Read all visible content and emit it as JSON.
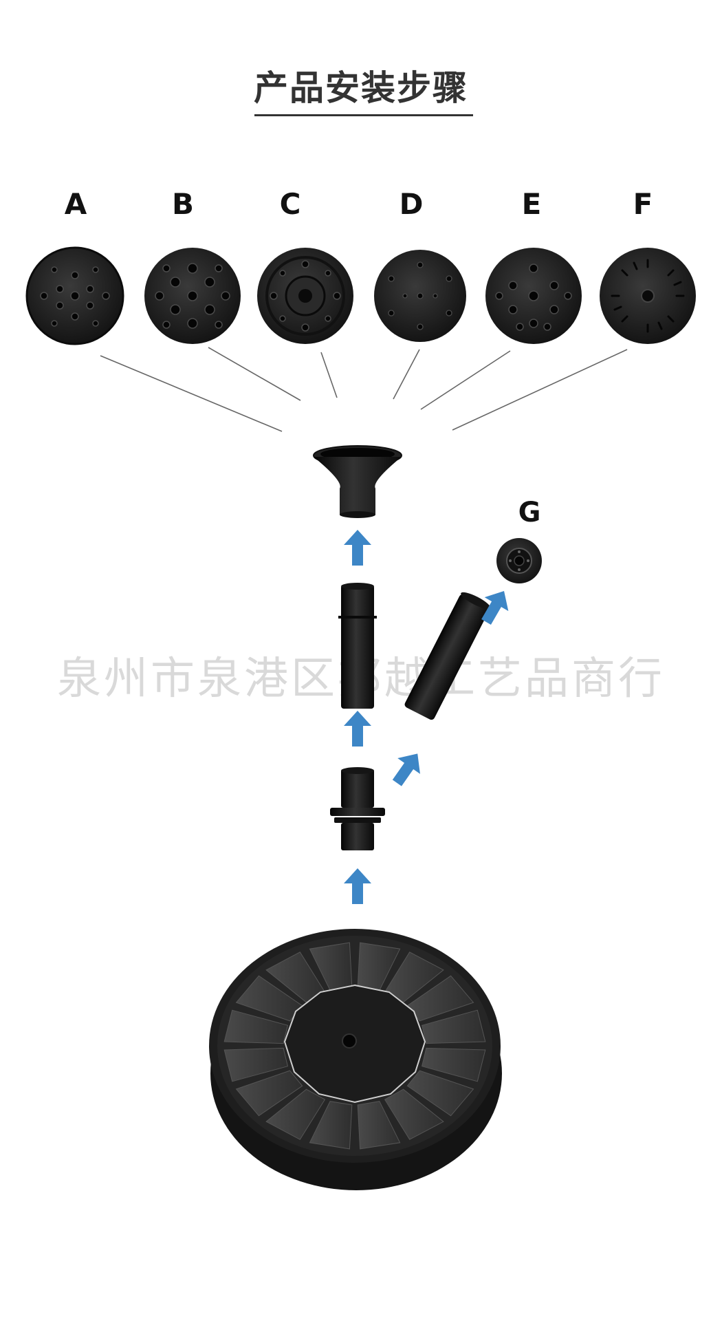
{
  "header": {
    "title": "产品安装步骤"
  },
  "nozzles": [
    {
      "label": "A",
      "icon": "nozzle-a-icon"
    },
    {
      "label": "B",
      "icon": "nozzle-b-icon"
    },
    {
      "label": "C",
      "icon": "nozzle-c-icon"
    },
    {
      "label": "D",
      "icon": "nozzle-d-icon"
    },
    {
      "label": "E",
      "icon": "nozzle-e-icon"
    },
    {
      "label": "F",
      "icon": "nozzle-f-icon"
    }
  ],
  "extension": {
    "label": "G",
    "icon": "nozzle-g-icon"
  },
  "watermark": {
    "text": "泉州市泉港区邦越工艺品商行"
  },
  "colors": {
    "arrow": "#3d86c6",
    "part": "#1c1c1c",
    "line": "#555555"
  }
}
